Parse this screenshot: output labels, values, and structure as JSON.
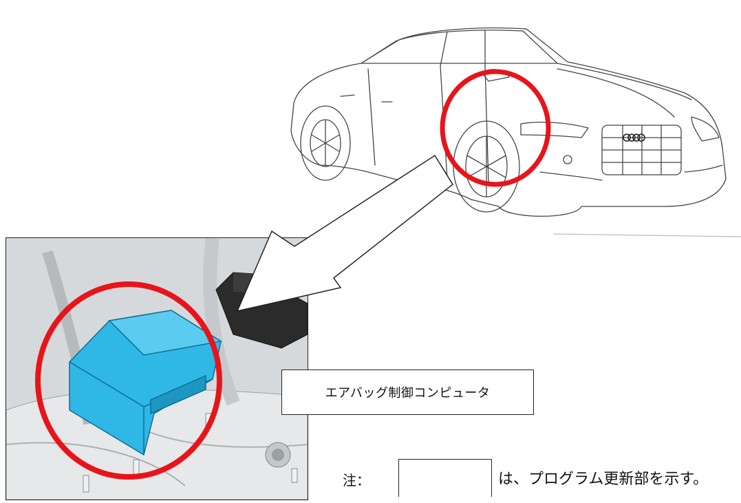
{
  "callout": {
    "label": "エアバッグ制御コンピュータ"
  },
  "note": {
    "prefix": "注：",
    "text": "は、プログラム更新部を示す。"
  },
  "highlight_color": "#e8141a",
  "module_color": "#2fb7e6"
}
